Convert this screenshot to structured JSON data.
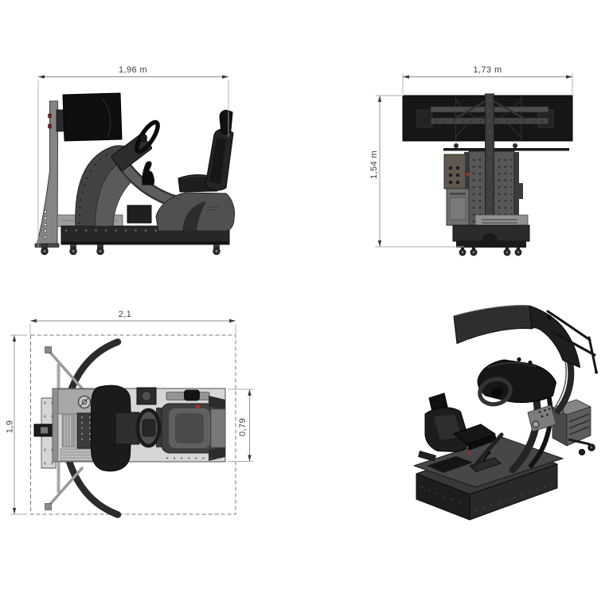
{
  "drawing": {
    "background_color": "#ffffff",
    "dimension_text_color": "#3d3d3d",
    "dimension_line_color": "#8c8c8c",
    "dashed_boundary_color": "#787878",
    "model_dark_color": "#1a1a1a",
    "model_mid_color": "#555555",
    "model_light_color": "#d6d6d6",
    "views": {
      "side": {
        "dim_width_label": "1,96 m"
      },
      "front": {
        "dim_width_label": "1,73 m",
        "dim_height_label": "1,54 m"
      },
      "top": {
        "dim_width_label": "2,1",
        "dim_depth_label": "1,9",
        "dim_chassis_width_label": "0,79"
      },
      "iso": {}
    }
  }
}
